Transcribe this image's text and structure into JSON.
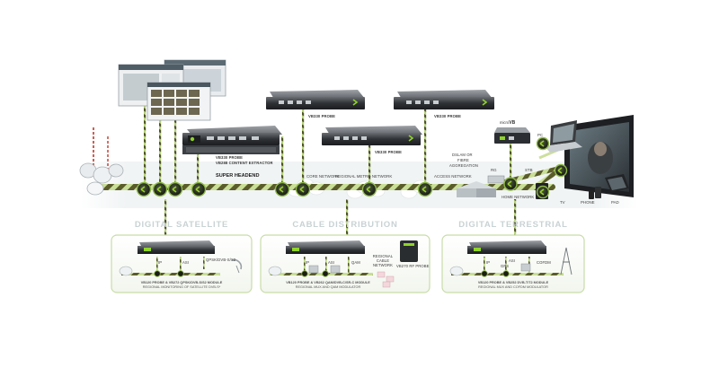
{
  "labels": {
    "vb330_probe_1": "VB330 PROBE",
    "vb330_probe_2": "VB330 PROBE",
    "vb330_probe_3": "VB330 PROBE",
    "vb330_probe_main": "VB330 PROBE",
    "vb288_extractor": "VB288 CONTENT EXTRACTOR",
    "super_headend": "SUPER HEADEND",
    "core_network": "CORE NETWORK",
    "regional_metro_network": "REGIONAL METRO NETWORK",
    "access_network": "ACCESS NETWORK",
    "rg": "RG",
    "stb": "STB",
    "home_network": "HOME NETWORK",
    "pc": "PC",
    "tv": "TV",
    "phone": "PHONE",
    "pad": "PAD",
    "dslam": "DSLAM OR",
    "fibre": "FIBRE",
    "aggregation": "AGGREGATION",
    "vb_brand": "VB",
    "vb_brand_prefix": "micro"
  },
  "segments": {
    "satellite": "DIGITAL SATELLITE",
    "cable": "CABLE DISTRIBUTION",
    "terrestrial": "DIGITAL TERRESTRIAL"
  },
  "panels": {
    "satellite": {
      "line1": "VB120 PROBE & VB272 QPSK/DVB-S/S2 MODULE",
      "line2": "REGIONAL MONITORING OF SATELLITE DVB-S*",
      "ip": "IP",
      "asi": "ASI",
      "rf": "QPSK/DVB-S/S2"
    },
    "cable": {
      "line1": "VB120 PROBE & VB262 QAM/DVB-C/SR-C MODULE",
      "line2": "REGIONAL MUX AND QAM MODULATOR",
      "ip": "IP",
      "asi": "ASI",
      "qam": "QAM",
      "cable_net": "REGIONAL CABLE NETWORK",
      "rf_probe": "VB270 RF PROBE"
    },
    "terrestrial": {
      "line1": "VB120 PROBE & VB252 DVB-T/T2 MODULE",
      "line2": "REGIONAL MUX AND COFDM MODULATOR",
      "ip": "IP",
      "gps": "GPS",
      "asi": "ASI",
      "cofdm": "COFDM"
    }
  },
  "colors": {
    "green": "#4a9a1c",
    "accent": "#9ad02c",
    "cable_dark": "#3d3f23",
    "panel_border": "#c8dca8",
    "segment_text": "#c9d2d3"
  }
}
